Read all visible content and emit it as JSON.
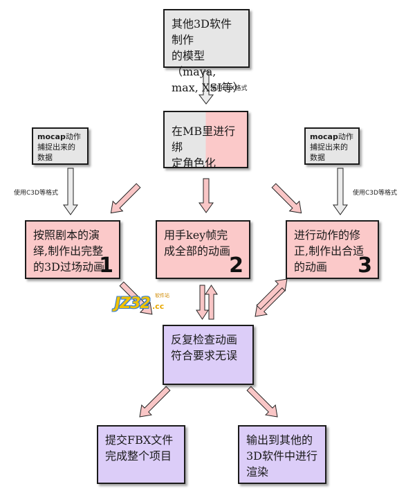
{
  "nodes": {
    "top": "其他3D软件制作\n的模型（maya,\nmax, XSI等）",
    "mb": "在MB里进行绑\n定角色化",
    "mocap_left_bold": "mocap",
    "mocap_left_rest": "动作\n捕捉出来的\n数据",
    "mocap_right_bold": "mocap",
    "mocap_right_rest": "动作\n捕捉出来的\n数据",
    "box1": "按照剧本的演\n绎,制作出完整\n的3D过场动画",
    "box1_num": "1",
    "box2": "用手key帧完\n成全部的动画",
    "box2_num": "2",
    "box3": "进行动作的修\n正,制作出合适\n的动画",
    "box3_num": "3",
    "check": "反复检查动画\n符合要求无误",
    "submit": "提交FBX文件\n完成整个项目",
    "export": "输出到其他的\n3D软件中进行\n渲染"
  },
  "labels": {
    "fbx": "使用FBX格式",
    "c3d_left": "使用C3D等格式",
    "c3d_right": "使用C3D等格式"
  },
  "watermark": {
    "brand": "JZ32",
    "suffix": ".cc",
    "tag": "软件站"
  },
  "colors": {
    "gray_box": "#e6e6e6",
    "pink_box": "#fbc9c9",
    "purple_box": "#dccdf8",
    "pink_arrow": "#f9c6c6",
    "gray_arrow": "#ececec"
  }
}
